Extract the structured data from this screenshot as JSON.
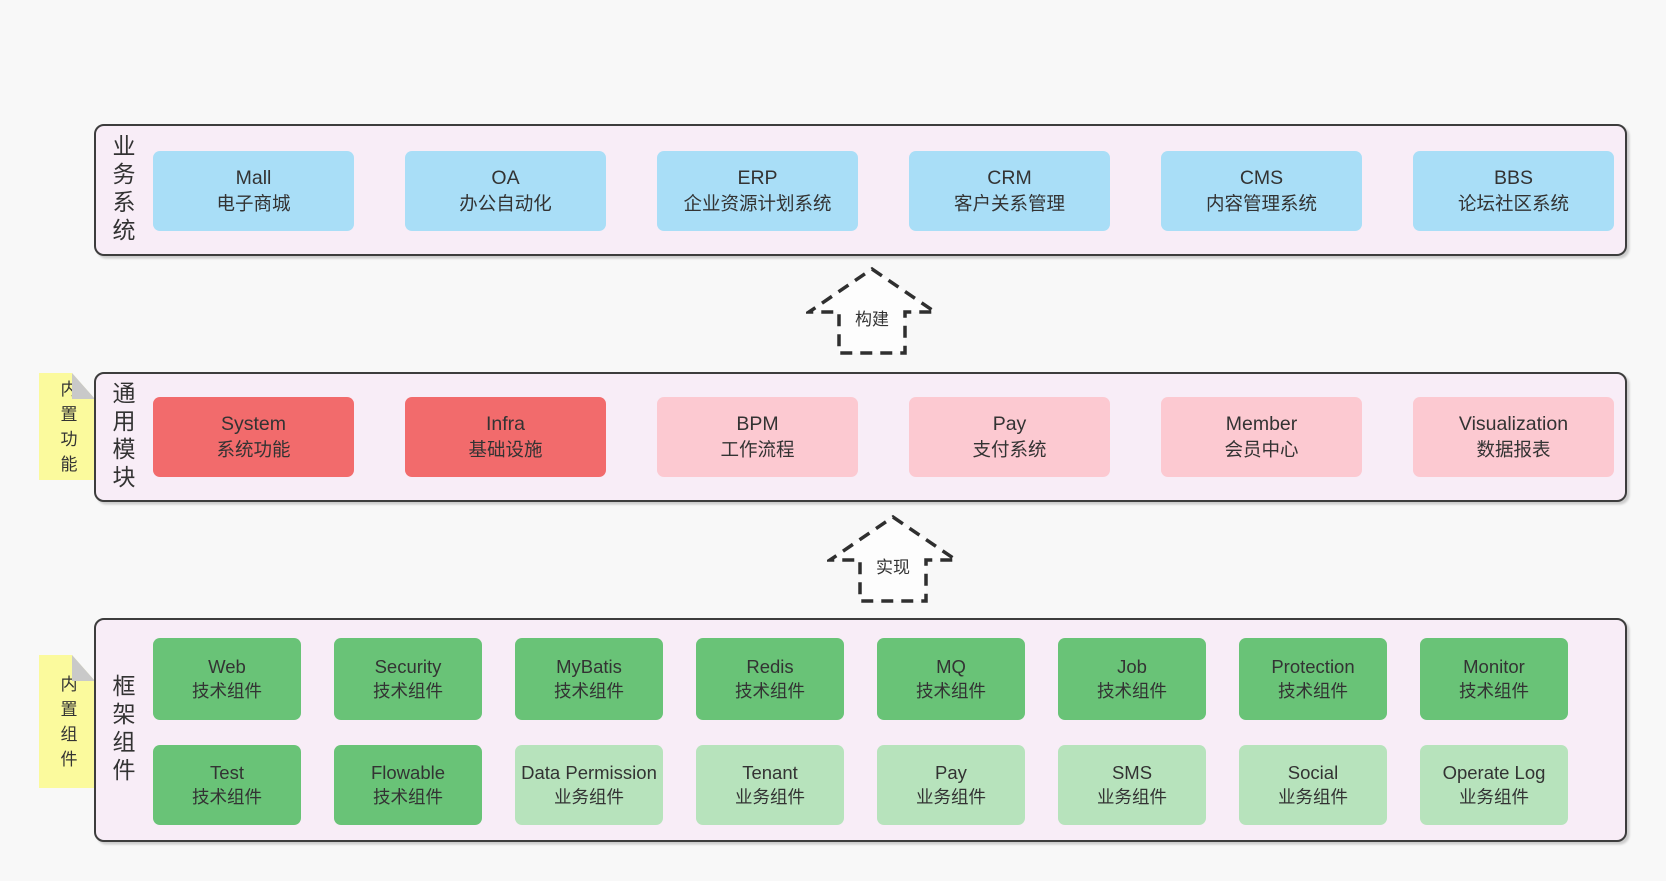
{
  "colors": {
    "blue": "#a9def7",
    "red": "#f26b6c",
    "pink": "#fcc9d1",
    "green_dark": "#69c377",
    "green_light": "#b7e3bc",
    "yellow": "#fbfa9d",
    "fold_gray": "#c9c9c9",
    "panel_fill": "#f8edf7",
    "panel_border": "#3d3d3d"
  },
  "business": {
    "label": "业务系统",
    "boxes": [
      {
        "title": "Mall",
        "subtitle": "电子商城",
        "color": "blue"
      },
      {
        "title": "OA",
        "subtitle": "办公自动化",
        "color": "blue"
      },
      {
        "title": "ERP",
        "subtitle": "企业资源计划系统",
        "color": "blue"
      },
      {
        "title": "CRM",
        "subtitle": "客户关系管理",
        "color": "blue"
      },
      {
        "title": "CMS",
        "subtitle": "内容管理系统",
        "color": "blue"
      },
      {
        "title": "BBS",
        "subtitle": "论坛社区系统",
        "color": "blue"
      }
    ]
  },
  "arrows": {
    "build": "构建",
    "implement": "实现"
  },
  "modules": {
    "label": "通用模块",
    "tab": "内置功能",
    "boxes": [
      {
        "title": "System",
        "subtitle": "系统功能",
        "color": "red"
      },
      {
        "title": "Infra",
        "subtitle": "基础设施",
        "color": "red"
      },
      {
        "title": "BPM",
        "subtitle": "工作流程",
        "color": "pink"
      },
      {
        "title": "Pay",
        "subtitle": "支付系统",
        "color": "pink"
      },
      {
        "title": "Member",
        "subtitle": "会员中心",
        "color": "pink"
      },
      {
        "title": "Visualization",
        "subtitle": "数据报表",
        "color": "pink"
      }
    ]
  },
  "components": {
    "label": "框架组件",
    "tab": "内置组件",
    "rows": [
      [
        {
          "title": "Web",
          "subtitle": "技术组件",
          "color": "green_dark"
        },
        {
          "title": "Security",
          "subtitle": "技术组件",
          "color": "green_dark"
        },
        {
          "title": "MyBatis",
          "subtitle": "技术组件",
          "color": "green_dark"
        },
        {
          "title": "Redis",
          "subtitle": "技术组件",
          "color": "green_dark"
        },
        {
          "title": "MQ",
          "subtitle": "技术组件",
          "color": "green_dark"
        },
        {
          "title": "Job",
          "subtitle": "技术组件",
          "color": "green_dark"
        },
        {
          "title": "Protection",
          "subtitle": "技术组件",
          "color": "green_dark"
        },
        {
          "title": "Monitor",
          "subtitle": "技术组件",
          "color": "green_dark"
        }
      ],
      [
        {
          "title": "Test",
          "subtitle": "技术组件",
          "color": "green_dark"
        },
        {
          "title": "Flowable",
          "subtitle": "技术组件",
          "color": "green_dark"
        },
        {
          "title": "Data Permission",
          "subtitle": "业务组件",
          "color": "green_light"
        },
        {
          "title": "Tenant",
          "subtitle": "业务组件",
          "color": "green_light"
        },
        {
          "title": "Pay",
          "subtitle": "业务组件",
          "color": "green_light"
        },
        {
          "title": "SMS",
          "subtitle": "业务组件",
          "color": "green_light"
        },
        {
          "title": "Social",
          "subtitle": "业务组件",
          "color": "green_light"
        },
        {
          "title": "Operate Log",
          "subtitle": "业务组件",
          "color": "green_light"
        }
      ]
    ]
  }
}
